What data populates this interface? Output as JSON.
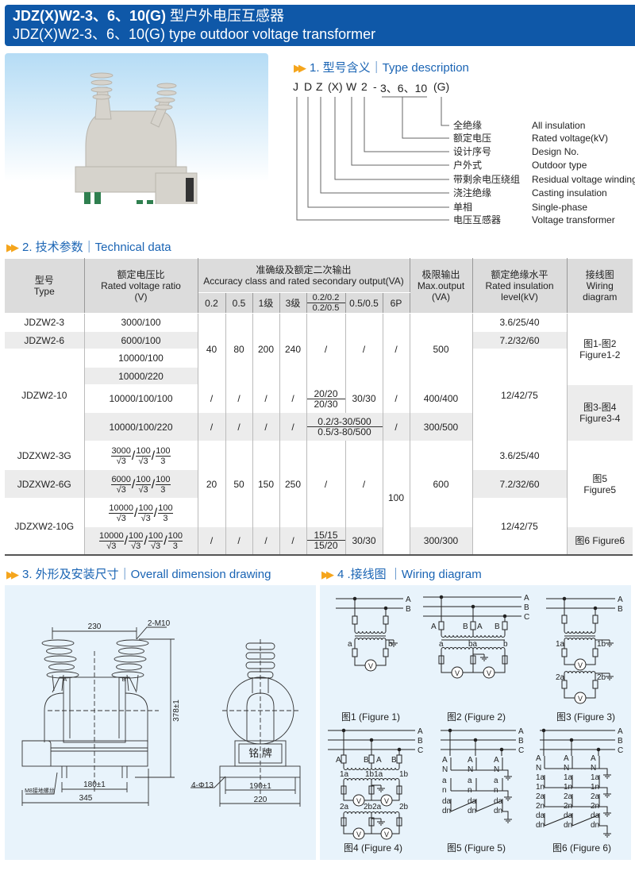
{
  "header": {
    "title_bold": "JDZ(X)W2-3、6、10(G)",
    "title_cn": "型户外电压互感器",
    "title_en": "JDZ(X)W2-3、6、10(G) type outdoor voltage transformer"
  },
  "sections": {
    "s1": "1. 型号含义｜Type description",
    "s2": "2. 技术参数｜Technical data",
    "s3": "3. 外形及安装尺寸｜Overall dimension drawing",
    "s4": "4 .接线图 ｜Wiring diagram",
    "arrow": "▶▶"
  },
  "code": [
    "J",
    "D",
    "Z",
    "(X)",
    "W",
    "2",
    "-",
    "3、6、10",
    "(G)"
  ],
  "type_desc": [
    {
      "cn": "全绝缘",
      "en": "All insulation"
    },
    {
      "cn": "额定电压",
      "en": "Rated voltage(kV)"
    },
    {
      "cn": "设计序号",
      "en": "Design No."
    },
    {
      "cn": "户外式",
      "en": "Outdoor type"
    },
    {
      "cn": "带剩余电压绕组",
      "en": "Residual voltage winding"
    },
    {
      "cn": "浇注绝缘",
      "en": "Casting insulation"
    },
    {
      "cn": "单相",
      "en": "Single-phase"
    },
    {
      "cn": "电压互感器",
      "en": "Voltage transformer"
    }
  ],
  "table": {
    "h": {
      "type_cn": "型号",
      "type_en": "Type",
      "ratio_cn": "额定电压比",
      "ratio_en": "Rated voltage ratio",
      "ratio_unit": "(V)",
      "acc_cn": "准确级及额定二次输出",
      "acc_en": "Accuracy class and rated secondary output(VA)",
      "acc": [
        "0.2",
        "0.5",
        "1级",
        "3级",
        "0.2/0.2",
        "0.2/0.5",
        "0.5/0.5",
        "6P"
      ],
      "max_cn": "极限输出",
      "max_en": "Max.output",
      "max_unit": "(VA)",
      "ins_cn": "额定绝缘水平",
      "ins_en": "Rated insulation",
      "ins_unit": "level(kV)",
      "wir_cn": "接线图",
      "wir_en": "Wiring",
      "wir_unit": "diagram"
    },
    "types": [
      "JDZW2-3",
      "JDZW2-6",
      "JDZW2-10",
      "JDZXW2-3G",
      "JDZXW2-6G",
      "JDZXW2-10G"
    ],
    "ratios": [
      "3000/100",
      "6000/100",
      "10000/100",
      "10000/220",
      "10000/100/100",
      "10000/100/220"
    ],
    "frac": [
      [
        [
          "3000",
          "√3"
        ],
        [
          "100",
          "√3"
        ],
        [
          "100",
          "3"
        ]
      ],
      [
        [
          "6000",
          "√3"
        ],
        [
          "100",
          "√3"
        ],
        [
          "100",
          "3"
        ]
      ],
      [
        [
          "10000",
          "√3"
        ],
        [
          "100",
          "√3"
        ],
        [
          "100",
          "3"
        ]
      ],
      [
        [
          "10000",
          "√3"
        ],
        [
          "100",
          "√3"
        ],
        [
          "100",
          "√3"
        ],
        [
          "100",
          "3"
        ]
      ]
    ],
    "g1": [
      "40",
      "80",
      "200",
      "240",
      "/",
      "/",
      "/",
      "500"
    ],
    "g2": [
      "20",
      "50",
      "150",
      "250",
      "/",
      "/",
      "100",
      "600"
    ],
    "slash": "/",
    "r5": {
      "a": "20/20",
      "b": "20/30",
      "c": "30/30",
      "max": "400/400"
    },
    "r6": {
      "a": "0.2/3-30/500",
      "b": "0.5/3-80/500",
      "max": "300/500"
    },
    "r10": {
      "a": "15/15",
      "b": "15/20",
      "c": "30/30",
      "max": "300/300"
    },
    "ins": [
      "3.6/25/40",
      "7.2/32/60",
      "12/42/75"
    ],
    "wir": [
      [
        "图1-图2",
        "Figure1-2"
      ],
      [
        "图3-图4",
        "Figure3-4"
      ],
      [
        "图5",
        "Figure5"
      ],
      [
        "图6 Figure6"
      ]
    ]
  },
  "dims": {
    "d230": "230",
    "m10": "2-M10",
    "h378": "378±1",
    "d180": "180±1",
    "d345": "345",
    "m8": "M8接地螺丝",
    "d190": "190±1",
    "d220": "220",
    "hole": "4-Φ13",
    "plate": "铭 牌",
    "pa": "A",
    "pb": "B"
  },
  "wiring": {
    "captions": [
      "图1 (Figure 1)",
      "图2 (Figure 2)",
      "图3 (Figure 3)",
      "图4 (Figure 4)",
      "图5 (Figure 5)",
      "图6 (Figure 6)"
    ],
    "f1": [
      "A",
      "B",
      "a",
      "b",
      "V"
    ],
    "f2": [
      "A",
      "B",
      "C",
      "A",
      "B",
      "A",
      "B",
      "a",
      "ba",
      "b",
      "V",
      "V"
    ],
    "f3": [
      "A",
      "B",
      "1a",
      "1b",
      "2a",
      "2b",
      "V",
      "V"
    ],
    "f4": [
      "A",
      "B",
      "C",
      "A",
      "B",
      "A",
      "B",
      "1a",
      "1b1a",
      "1b",
      "2a",
      "2b2a",
      "2b",
      "V",
      "V",
      "V",
      "V"
    ],
    "f5": [
      "A",
      "B",
      "C",
      "A",
      "N",
      "a",
      "n",
      "da",
      "dn"
    ],
    "f6": [
      "A",
      "B",
      "C",
      "A",
      "N",
      "1a",
      "1n",
      "2a",
      "2n",
      "da",
      "dn"
    ]
  }
}
